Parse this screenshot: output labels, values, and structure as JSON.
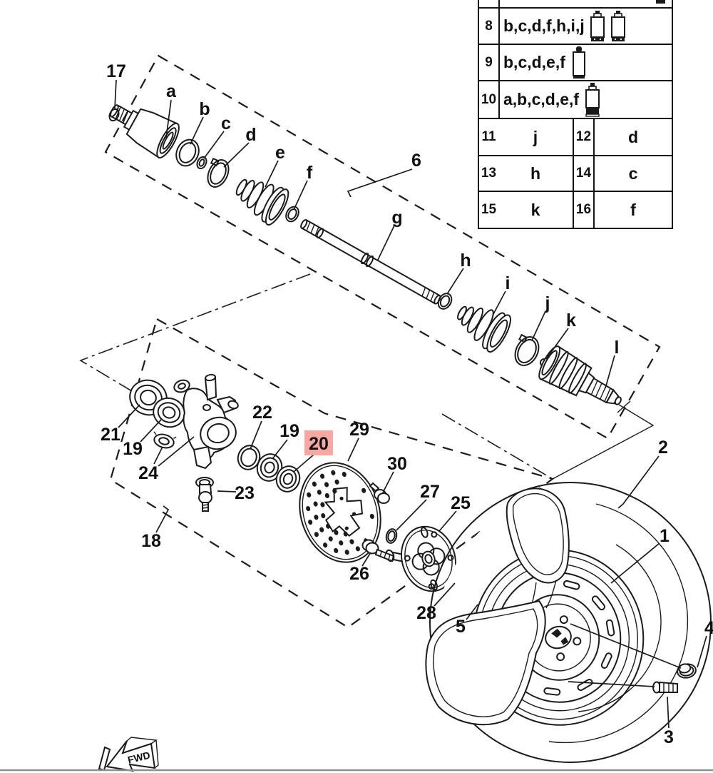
{
  "document": {
    "type": "exploded-parts-diagram",
    "subject": "ATV front wheel, steering knuckle and drive shaft assembly",
    "highlighted_part_number": "20"
  },
  "colors": {
    "highlight_pink": "#f7a8a2",
    "line_black": "#1b1b1b",
    "page_border_gray": "#8f8f8f"
  },
  "reference_table": {
    "wide_rows": [
      {
        "num": "8",
        "letters": "b,c,d,f,h,i,j",
        "tube_icons": 2
      },
      {
        "num": "9",
        "letters": "b,c,d,e,f",
        "tube_icons": 1
      },
      {
        "num": "10",
        "letters": "a,b,c,d,e,f",
        "tube_icons": 1
      }
    ],
    "split_rows": [
      {
        "num_left": "11",
        "letter_left": "j",
        "num_right": "12",
        "letter_right": "d"
      },
      {
        "num_left": "13",
        "letter_left": "h",
        "num_right": "14",
        "letter_right": "c"
      },
      {
        "num_left": "15",
        "letter_left": "k",
        "num_right": "16",
        "letter_right": "f"
      }
    ]
  },
  "labels": {
    "n17": "17",
    "a": "a",
    "b": "b",
    "c": "c",
    "d": "d",
    "e": "e",
    "f": "f",
    "g": "g",
    "n6": "6",
    "h": "h",
    "i": "i",
    "j": "j",
    "k": "k",
    "l": "l",
    "n21": "21",
    "n19a": "19",
    "n24": "24",
    "n22": "22",
    "n19b": "19",
    "n20": "20",
    "n23": "23",
    "n18": "18",
    "n29": "29",
    "n30": "30",
    "n27": "27",
    "n25": "25",
    "n26": "26",
    "n28": "28",
    "n5": "5",
    "n2": "2",
    "n1": "1",
    "n4": "4",
    "n3": "3"
  },
  "fwd_marker": {
    "label": "FWD"
  }
}
